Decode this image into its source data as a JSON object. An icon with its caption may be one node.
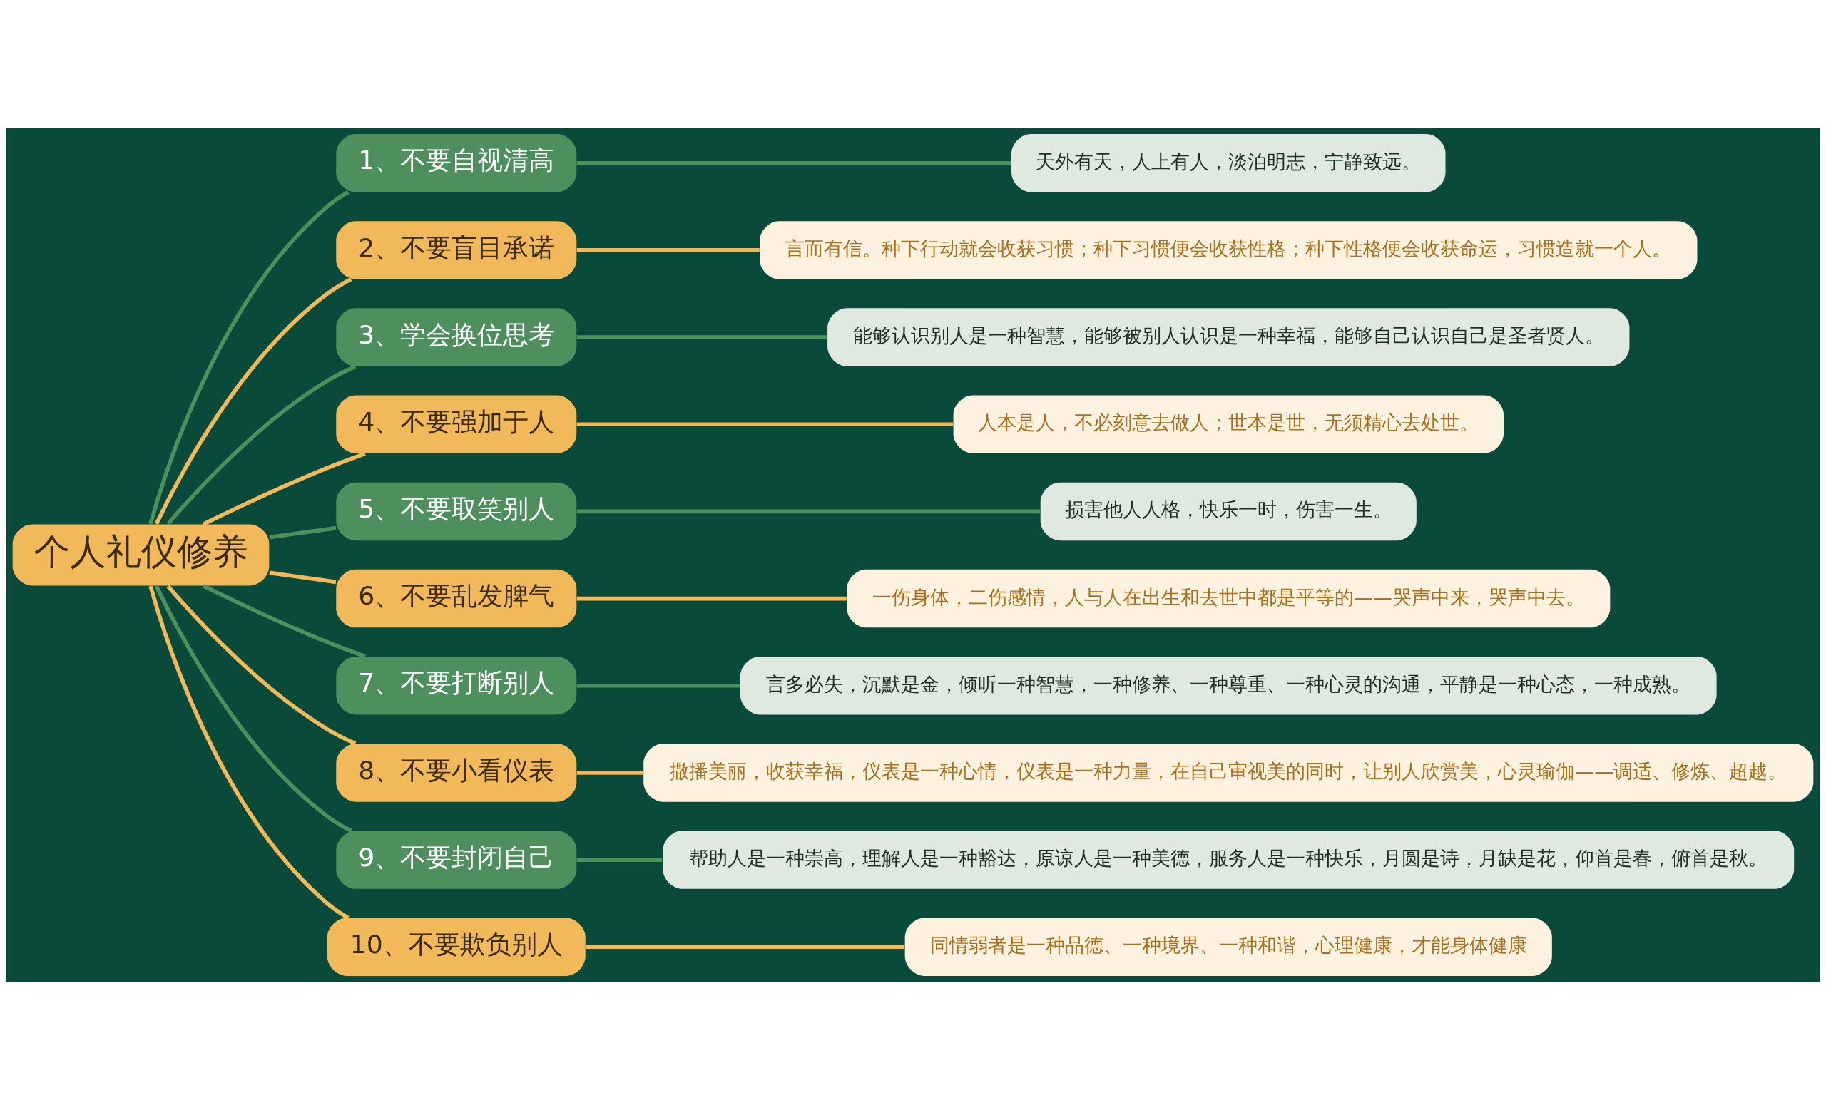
{
  "diagram": {
    "nodes": [
      {
        "text": [
          "个人礼仪修养"
        ]
      },
      {
        "text": [
          "1、不要自视清高"
        ]
      },
      {
        "text": [
          "天外有天，人上有人，淡泊明志，宁静致远。"
        ]
      },
      {
        "text": [
          "2、不要盲目承诺"
        ]
      },
      {
        "text": [
          "言而有信。种下行动就会收获习惯；种下习惯便会收获性格；种下性格便会收获命运，习惯造就一个人。"
        ]
      },
      {
        "text": [
          "3、学会换位思考"
        ]
      },
      {
        "text": [
          "能够认识别人是一种智慧，能够被别人认识是一种幸福，能够自己认识自己是圣者贤人。"
        ]
      },
      {
        "text": [
          "4、不要强加于人"
        ]
      },
      {
        "text": [
          "人本是人，不必刻意去做人；世本是世，无须精心去处世。"
        ]
      },
      {
        "text": [
          "5、不要取笑别人"
        ]
      },
      {
        "text": [
          "损害他人人格，快乐一时，伤害一生。"
        ]
      },
      {
        "text": [
          "6、不要乱发脾气"
        ]
      },
      {
        "text": [
          "一伤身体，二伤感情，人与人在出生和去世中都是平等的——哭声中来，哭声中去。"
        ]
      },
      {
        "text": [
          "7、不要打断别人"
        ]
      },
      {
        "text": [
          "言多必失，沉默是金，倾听一种智慧，一种修养、一种尊重、一种心灵的沟通，平静是一种心态，一种成熟。"
        ]
      },
      {
        "text": [
          "8、不要小看仪表"
        ]
      },
      {
        "text": [
          "撒播美丽，收获幸福，仪表是一种心情，仪表是一种力量，在自己审视美的同时，让别人欣赏美，心灵瑜伽——调适、修炼、超越。"
        ]
      },
      {
        "text": [
          "9、不要封闭自己"
        ]
      },
      {
        "text": [
          "帮助人是一种崇高，理解人是一种豁达，原谅人是一种美德，服务人是一种快乐，月圆是诗，月缺是花，仰首是春，俯首是秋。"
        ]
      },
      {
        "text": [
          "10、不要欺负别人"
        ]
      },
      {
        "text": [
          "同情弱者是一种品德、一种境界、一种和谐，心理健康，才能身体健康"
        ]
      }
    ],
    "edges": [
      {
        "from": 0,
        "to": 1,
        "arrow": "none",
        "color": "#4e8f5e"
      },
      {
        "from": 1,
        "to": 2,
        "arrow": "none",
        "color": "#4e8f5e"
      },
      {
        "from": 0,
        "to": 3,
        "arrow": "none",
        "color": "#f2b95a"
      },
      {
        "from": 3,
        "to": 4,
        "arrow": "none",
        "color": "#f2b95a"
      },
      {
        "from": 0,
        "to": 5,
        "arrow": "none",
        "color": "#4e8f5e"
      },
      {
        "from": 5,
        "to": 6,
        "arrow": "none",
        "color": "#4e8f5e"
      },
      {
        "from": 0,
        "to": 7,
        "arrow": "none",
        "color": "#f2b95a"
      },
      {
        "from": 7,
        "to": 8,
        "arrow": "none",
        "color": "#f2b95a"
      },
      {
        "from": 0,
        "to": 9,
        "arrow": "none",
        "color": "#4e8f5e"
      },
      {
        "from": 9,
        "to": 10,
        "arrow": "none",
        "color": "#4e8f5e"
      },
      {
        "from": 0,
        "to": 11,
        "arrow": "none",
        "color": "#f2b95a"
      },
      {
        "from": 11,
        "to": 12,
        "arrow": "none",
        "color": "#f2b95a"
      },
      {
        "from": 0,
        "to": 13,
        "arrow": "none",
        "color": "#4e8f5e"
      },
      {
        "from": 13,
        "to": 14,
        "arrow": "none",
        "color": "#4e8f5e"
      },
      {
        "from": 0,
        "to": 15,
        "arrow": "none",
        "color": "#f2b95a"
      },
      {
        "from": 15,
        "to": 16,
        "arrow": "none",
        "color": "#f2b95a"
      },
      {
        "from": 0,
        "to": 17,
        "arrow": "none",
        "color": "#4e8f5e"
      },
      {
        "from": 17,
        "to": 18,
        "arrow": "none",
        "color": "#4e8f5e"
      },
      {
        "from": 0,
        "to": 19,
        "arrow": "none",
        "color": "#f2b95a"
      },
      {
        "from": 19,
        "to": 20,
        "arrow": "none",
        "color": "#f2b95a"
      }
    ]
  }
}
